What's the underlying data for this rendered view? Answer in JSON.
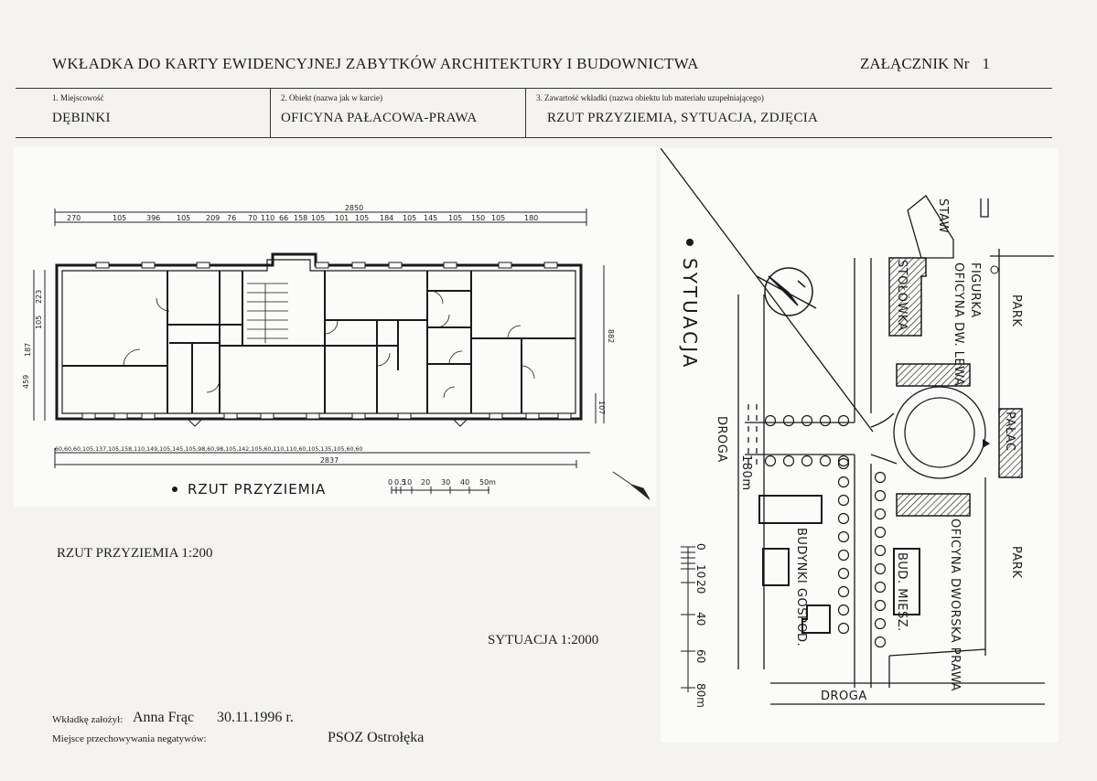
{
  "header": {
    "title": "WKŁADKA DO KARTY EWIDENCYJNEJ ZABYTKÓW ARCHITEKTURY I BUDOWNICTWA",
    "attachment_label": "ZAŁĄCZNIK Nr",
    "attachment_number": "1"
  },
  "fields": [
    {
      "label": "1. Miejscowość",
      "value": "DĘBINKI"
    },
    {
      "label": "2. Obiekt (nazwa jak w karcie)",
      "value": "OFICYNA PAŁACOWA-PRAWA"
    },
    {
      "label": "3. Zawartość wkładki (nazwa obiektu lub materiału uzupełniającego)",
      "value": "RZUT PRZYZIEMIA, SYTUACJA, ZDJĘCIA"
    }
  ],
  "floor_plan": {
    "total_top": "2850",
    "total_bottom": "2837",
    "top_dims": [
      "270",
      "105",
      "396",
      "105",
      "209",
      "76",
      "70",
      "110",
      "66",
      "158",
      "105",
      "101",
      "105",
      "184",
      "105",
      "145",
      "105",
      "150",
      "105",
      "180"
    ],
    "bottom_dims": "60,60,60,105,137,105,158,110,149,105,145,105,98,60,98,105,142,105,60,110,110,60,105,135,105,60,60",
    "left_dims": [
      "459",
      "105",
      "223",
      "187"
    ],
    "right_dims": [
      "882",
      "107"
    ],
    "title": "RZUT PRZYZIEMIA",
    "scale_ticks": [
      "0",
      "0.5",
      "10",
      "20",
      "30",
      "40",
      "50m"
    ]
  },
  "site_plan": {
    "title": "SYTUACJA",
    "labels": {
      "staw": "STAW",
      "stolowka": "STOŁÓWKA",
      "figurka": "FIGURKA",
      "oficyna_lewa": "OFICYNA DW. LEWA",
      "park_top": "PARK",
      "palac": "PAŁAC",
      "oficyna_prawa": "OFICYNA DWORSKA PRAWA",
      "park_bottom": "PARK",
      "bud_miesz": "BUD. MIESZ.",
      "budynki": "BUDYNKI GOSPOD.",
      "droga_left": "DROGA",
      "distance": "180m",
      "droga_bottom": "DROGA"
    },
    "scale_ticks": [
      "0",
      "10",
      "20",
      "40",
      "60",
      "80m"
    ]
  },
  "captions": {
    "floor_scale": "RZUT PRZYZIEMIA 1:200",
    "site_scale": "SYTUACJA 1:2000"
  },
  "footer": {
    "author_label": "Wkładkę założył:",
    "author_name": "Anna Frąc",
    "date": "30.11.1996 r.",
    "storage_label": "Miejsce przechowywania negatywów:",
    "storage_value": "PSOZ  Ostrołęka"
  }
}
